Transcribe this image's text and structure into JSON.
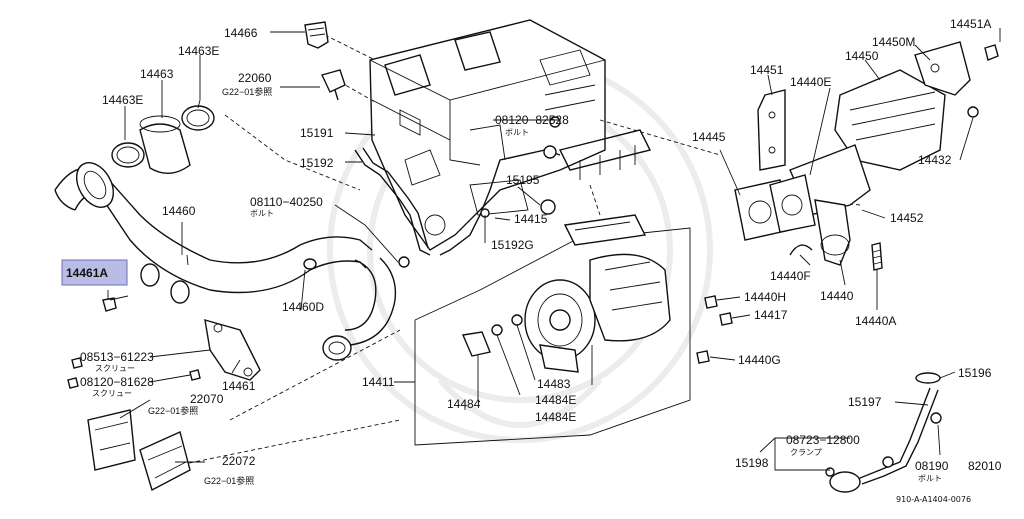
{
  "diagram": {
    "highlighted_part": "14461A",
    "footer_code": "910-A-A1404-0076",
    "labels": [
      {
        "id": "l14466",
        "text": "14466"
      },
      {
        "id": "l14463E_top",
        "text": "14463E"
      },
      {
        "id": "l14463",
        "text": "14463"
      },
      {
        "id": "l14463E_left",
        "text": "14463E"
      },
      {
        "id": "l22060",
        "text": "22060"
      },
      {
        "id": "l22060ref",
        "text": "G22−01参照"
      },
      {
        "id": "l15191",
        "text": "15191"
      },
      {
        "id": "l15192",
        "text": "15192"
      },
      {
        "id": "l08120_82528",
        "text": "08120−82528"
      },
      {
        "id": "l08120_82528sub",
        "text": "ボルト"
      },
      {
        "id": "l15195",
        "text": "15195"
      },
      {
        "id": "l14460",
        "text": "14460"
      },
      {
        "id": "l08110",
        "text": "08110−40250"
      },
      {
        "id": "l08110sub",
        "text": "ボルト"
      },
      {
        "id": "l14415",
        "text": "14415"
      },
      {
        "id": "l15192G",
        "text": "15192G"
      },
      {
        "id": "l14461A",
        "text": "14461A"
      },
      {
        "id": "l14460D",
        "text": "14460D"
      },
      {
        "id": "l08513",
        "text": "08513−61223"
      },
      {
        "id": "l08513sub",
        "text": "スクリュー"
      },
      {
        "id": "l08120_81628",
        "text": "08120−81628"
      },
      {
        "id": "l08120_81628sub",
        "text": "スクリュー"
      },
      {
        "id": "l14461",
        "text": "14461"
      },
      {
        "id": "l22070",
        "text": "22070"
      },
      {
        "id": "l22070ref",
        "text": "G22−01参照"
      },
      {
        "id": "l22072",
        "text": "22072"
      },
      {
        "id": "l22072ref",
        "text": "G22−01参照"
      },
      {
        "id": "l14411",
        "text": "14411"
      },
      {
        "id": "l14484",
        "text": "14484"
      },
      {
        "id": "l14483",
        "text": "14483"
      },
      {
        "id": "l14484E_1",
        "text": "14484E"
      },
      {
        "id": "l14484E_2",
        "text": "14484E"
      },
      {
        "id": "l14440H",
        "text": "14440H"
      },
      {
        "id": "l14417",
        "text": "14417"
      },
      {
        "id": "l14440G",
        "text": "14440G"
      },
      {
        "id": "l14451A",
        "text": "14451A"
      },
      {
        "id": "l14450M",
        "text": "14450M"
      },
      {
        "id": "l14450",
        "text": "14450"
      },
      {
        "id": "l14451",
        "text": "14451"
      },
      {
        "id": "l14440E",
        "text": "14440E"
      },
      {
        "id": "l14445",
        "text": "14445"
      },
      {
        "id": "l14432",
        "text": "14432"
      },
      {
        "id": "l14452",
        "text": "14452"
      },
      {
        "id": "l14440F",
        "text": "14440F"
      },
      {
        "id": "l14440",
        "text": "14440"
      },
      {
        "id": "l14440A",
        "text": "14440A"
      },
      {
        "id": "l15196",
        "text": "15196"
      },
      {
        "id": "l15197",
        "text": "15197"
      },
      {
        "id": "l08723",
        "text": "08723−12800"
      },
      {
        "id": "l08723sub",
        "text": "クランプ"
      },
      {
        "id": "l15198",
        "text": "15198"
      },
      {
        "id": "l08190",
        "text": "08190"
      },
      {
        "id": "l82010",
        "text": "82010"
      },
      {
        "id": "l08190sub",
        "text": "ボルト"
      }
    ]
  }
}
